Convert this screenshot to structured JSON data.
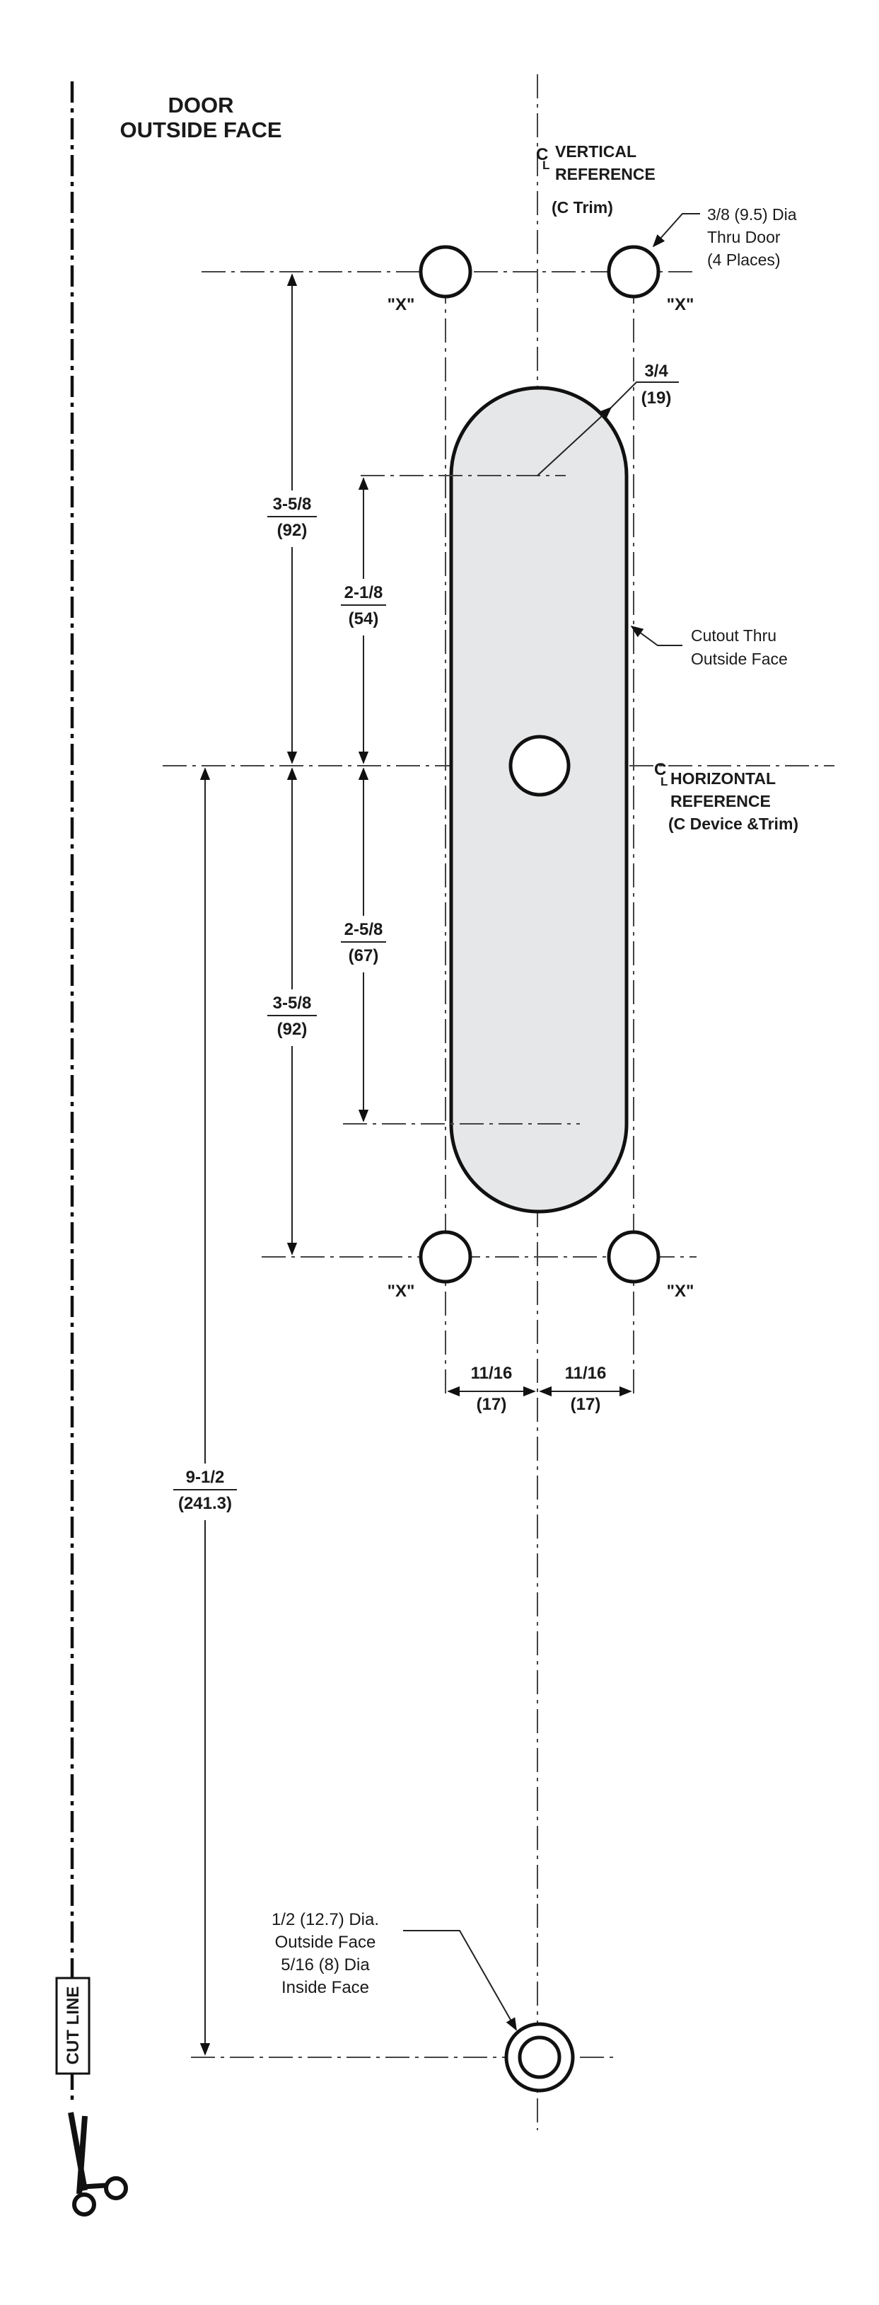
{
  "heading": {
    "line1": "DOOR",
    "line2": "OUTSIDE FACE"
  },
  "vertical_reference": {
    "cl": "C",
    "cl_sub": "L",
    "line1": "VERTICAL",
    "line2": "REFERENCE",
    "trim": "(C Trim)"
  },
  "horizontal_reference": {
    "cl": "C",
    "cl_sub": "L",
    "line1": "HORIZONTAL",
    "line2": "REFERENCE",
    "device": "(C Device &Trim)"
  },
  "through_holes_note": {
    "line1": "3/8 (9.5) Dia",
    "line2": "Thru Door",
    "line3": "(4 Places)"
  },
  "hole_marks": {
    "top_left": "\"X\"",
    "top_right": "\"X\"",
    "bottom_left": "\"X\"",
    "bottom_right": "\"X\""
  },
  "radius_dim": {
    "inch": "3/4",
    "mm": "(19)"
  },
  "cutout_note": {
    "line1": "Cutout Thru",
    "line2": "Outside Face"
  },
  "dimensions": {
    "upper_outer": {
      "inch": "3-5/8",
      "mm": "(92)"
    },
    "upper_inner": {
      "inch": "2-1/8",
      "mm": "(54)"
    },
    "lower_inner": {
      "inch": "2-5/8",
      "mm": "(67)"
    },
    "lower_outer": {
      "inch": "3-5/8",
      "mm": "(92)"
    },
    "left_offset": {
      "inch": "11/16",
      "mm": "(17)"
    },
    "right_offset": {
      "inch": "11/16",
      "mm": "(17)"
    },
    "overall": {
      "inch": "9-1/2",
      "mm": "(241.3)"
    }
  },
  "bottom_hole_note": {
    "line1": "1/2 (12.7) Dia.",
    "line2": "Outside Face",
    "line3": "5/16 (8) Dia",
    "line4": "Inside Face"
  },
  "cut_line": {
    "label": "CUT LINE"
  },
  "colors": {
    "line": "#111111",
    "cutout_fill": "#e6e7e8",
    "background": "#ffffff"
  }
}
